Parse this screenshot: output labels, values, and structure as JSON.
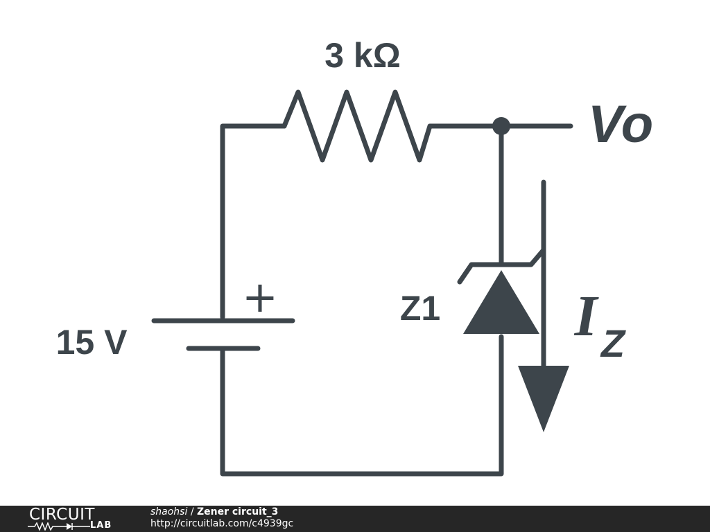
{
  "schematic": {
    "resistor_label": "3 kΩ",
    "battery_label": "15 V",
    "battery_plus": "+",
    "zener_label": "Z1",
    "output_label": "Vo",
    "current_label_main": "I",
    "current_label_sub": "Z",
    "wire_color": "#3d454b"
  },
  "footer": {
    "logo_top": "CIRCUIT",
    "logo_bottom": "LAB",
    "author": "shaohsi",
    "separator": " / ",
    "title": "Zener circuit_3",
    "url": "http://circuitlab.com/c4939gc"
  }
}
